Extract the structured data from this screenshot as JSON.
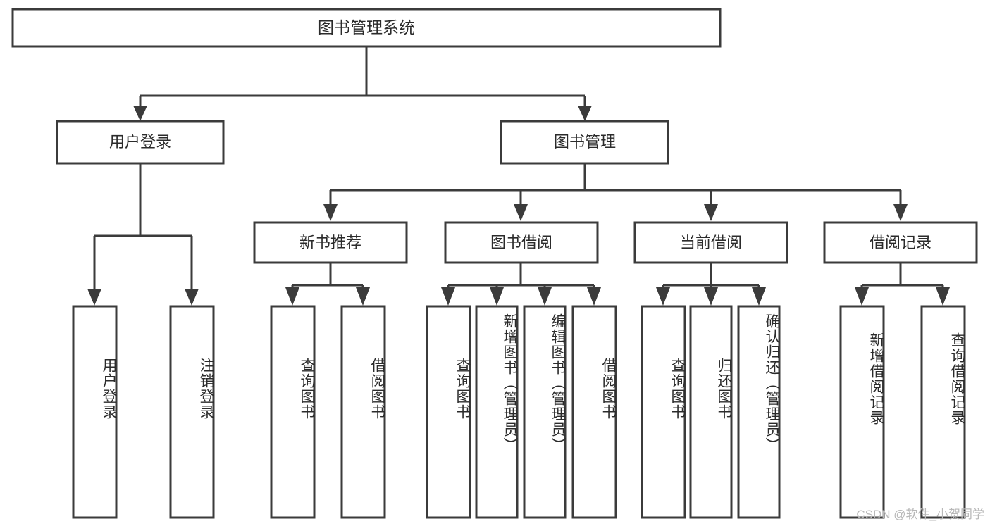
{
  "diagram": {
    "type": "hierarchy-tree",
    "title": "图书管理系统",
    "watermark": "CSDN @软件_小贺同学",
    "root": {
      "id": "root",
      "label": "图书管理系统",
      "orientation": "horizontal"
    },
    "level2": [
      {
        "id": "user-login",
        "label": "用户登录",
        "orientation": "horizontal"
      },
      {
        "id": "book-manage",
        "label": "图书管理",
        "orientation": "horizontal"
      }
    ],
    "level3": [
      {
        "id": "new-book-rec",
        "label": "新书推荐",
        "orientation": "horizontal",
        "parent": "book-manage"
      },
      {
        "id": "book-borrow",
        "label": "图书借阅",
        "orientation": "horizontal",
        "parent": "book-manage"
      },
      {
        "id": "current-borrow",
        "label": "当前借阅",
        "orientation": "horizontal",
        "parent": "book-manage"
      },
      {
        "id": "borrow-record",
        "label": "借阅记录",
        "orientation": "horizontal",
        "parent": "book-manage"
      }
    ],
    "leaves": [
      {
        "id": "leaf-user-login",
        "label": "用户登录",
        "orientation": "vertical",
        "parent": "user-login"
      },
      {
        "id": "leaf-user-logout",
        "label": "注销登录",
        "orientation": "vertical",
        "parent": "user-login"
      },
      {
        "id": "leaf-query-book-1",
        "label": "查询图书",
        "orientation": "vertical",
        "parent": "new-book-rec"
      },
      {
        "id": "leaf-borrow-book-1",
        "label": "借阅图书",
        "orientation": "vertical",
        "parent": "new-book-rec"
      },
      {
        "id": "leaf-query-book-2",
        "label": "查询图书",
        "orientation": "vertical",
        "parent": "book-borrow"
      },
      {
        "id": "leaf-add-book",
        "label": "新增图书（管理员）",
        "orientation": "vertical",
        "parent": "book-borrow"
      },
      {
        "id": "leaf-edit-book",
        "label": "编辑图书（管理员）",
        "orientation": "vertical",
        "parent": "book-borrow"
      },
      {
        "id": "leaf-borrow-book-2",
        "label": "借阅图书",
        "orientation": "vertical",
        "parent": "book-borrow"
      },
      {
        "id": "leaf-query-book-3",
        "label": "查询图书",
        "orientation": "vertical",
        "parent": "current-borrow"
      },
      {
        "id": "leaf-return-book",
        "label": "归还图书",
        "orientation": "vertical",
        "parent": "current-borrow"
      },
      {
        "id": "leaf-confirm-return",
        "label": "确认归还（管理员）",
        "orientation": "vertical",
        "parent": "current-borrow"
      },
      {
        "id": "leaf-add-record",
        "label": "新增借阅记录",
        "orientation": "vertical",
        "parent": "borrow-record"
      },
      {
        "id": "leaf-query-record",
        "label": "查询借阅记录",
        "orientation": "vertical",
        "parent": "borrow-record"
      }
    ],
    "colors": {
      "box_fill": "#ffffff",
      "box_stroke": "#3b3b3b",
      "text": "#2b2b2b",
      "watermark": "#b8b8b8",
      "background": "#ffffff"
    }
  }
}
